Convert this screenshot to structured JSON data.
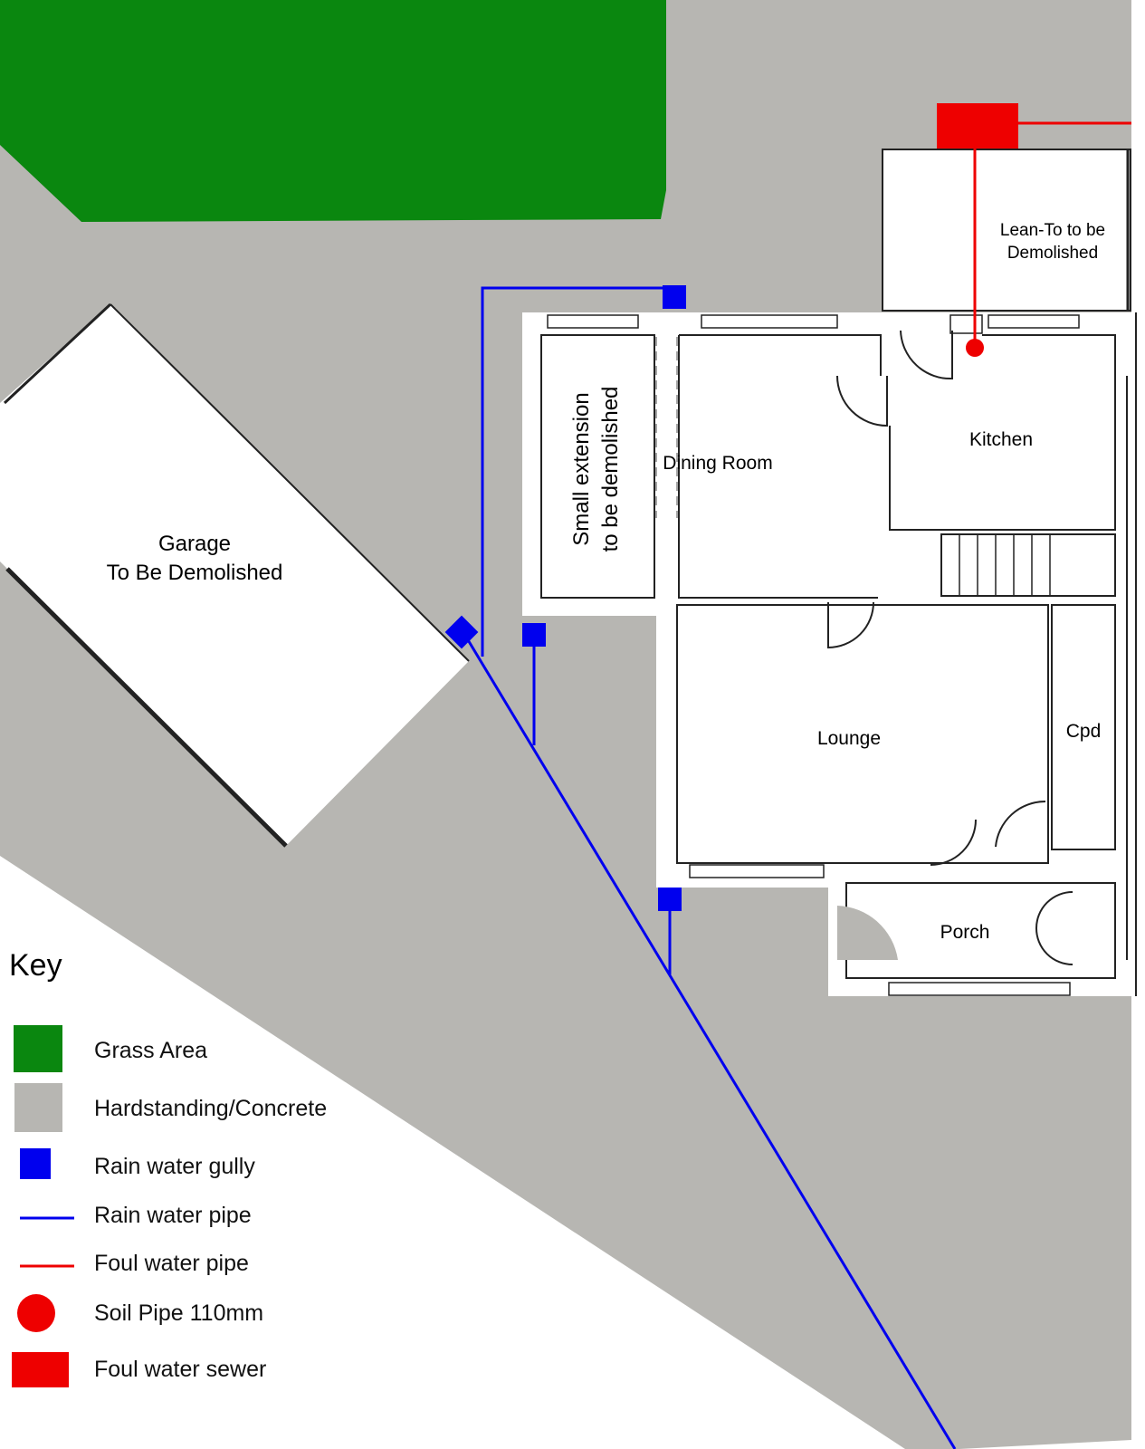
{
  "colors": {
    "grass": "#0a870f",
    "concrete": "#b7b6b2",
    "rain": "#0000ee",
    "foul": "#ee0000",
    "wall": "#ffffff",
    "outline": "#222222"
  },
  "labels": {
    "garage": [
      "Garage",
      "To Be Demolished"
    ],
    "lean_to": [
      "Lean-To to be",
      "Demolished"
    ],
    "small_extension": [
      "Small extension",
      "to be demolished"
    ],
    "dining_room": "Dining Room",
    "kitchen": "Kitchen",
    "lounge": "Lounge",
    "cpd": "Cpd",
    "porch": "Porch"
  },
  "key": {
    "title": "Key",
    "items": [
      {
        "symbol": "grass-swatch",
        "label": "Grass Area"
      },
      {
        "symbol": "concrete-swatch",
        "label": "Hardstanding/Concrete"
      },
      {
        "symbol": "rain-gully",
        "label": "Rain water gully"
      },
      {
        "symbol": "rain-pipe",
        "label": "Rain water pipe"
      },
      {
        "symbol": "foul-pipe",
        "label": "Foul water pipe"
      },
      {
        "symbol": "soil-pipe",
        "label": "Soil Pipe 110mm"
      },
      {
        "symbol": "foul-sewer",
        "label": "Foul water sewer"
      }
    ]
  }
}
